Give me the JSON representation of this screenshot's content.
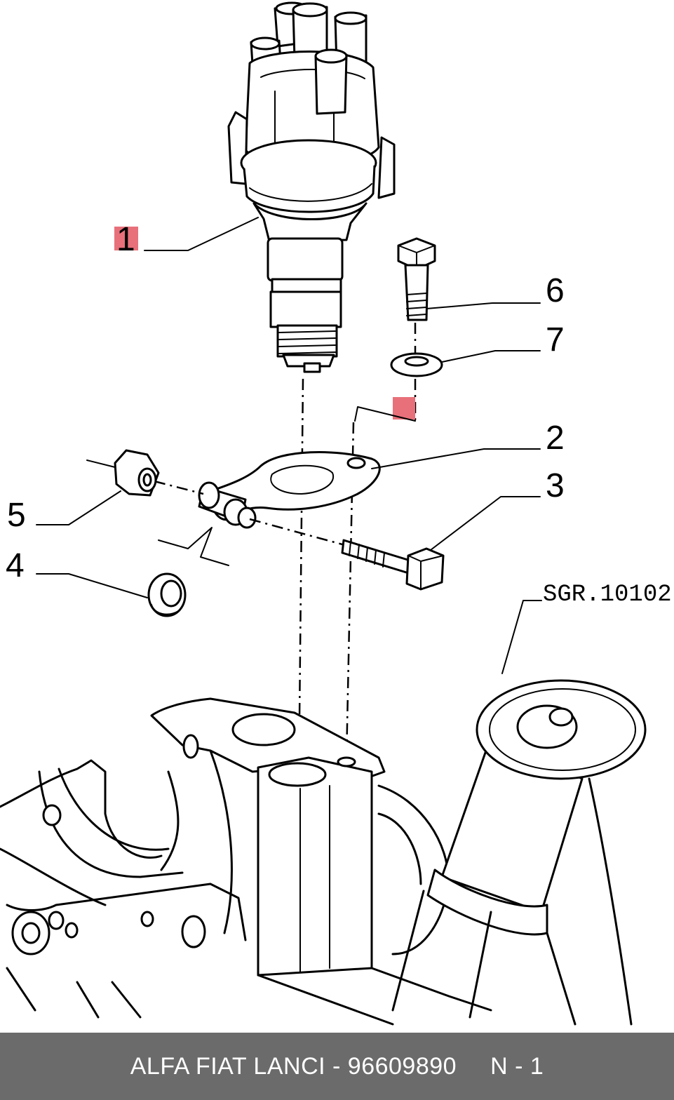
{
  "diagram": {
    "callouts": {
      "c1": "1",
      "c2": "2",
      "c3": "3",
      "c4": "4",
      "c5": "5",
      "c6": "6",
      "c7": "7"
    },
    "reference_code": "SGR.10102",
    "highlight_color": "#e8707a"
  },
  "footer": {
    "part_text": "ALFA FIAT LANCI - 96609890",
    "page_text": "N - 1",
    "background": "#6b6b6b"
  }
}
